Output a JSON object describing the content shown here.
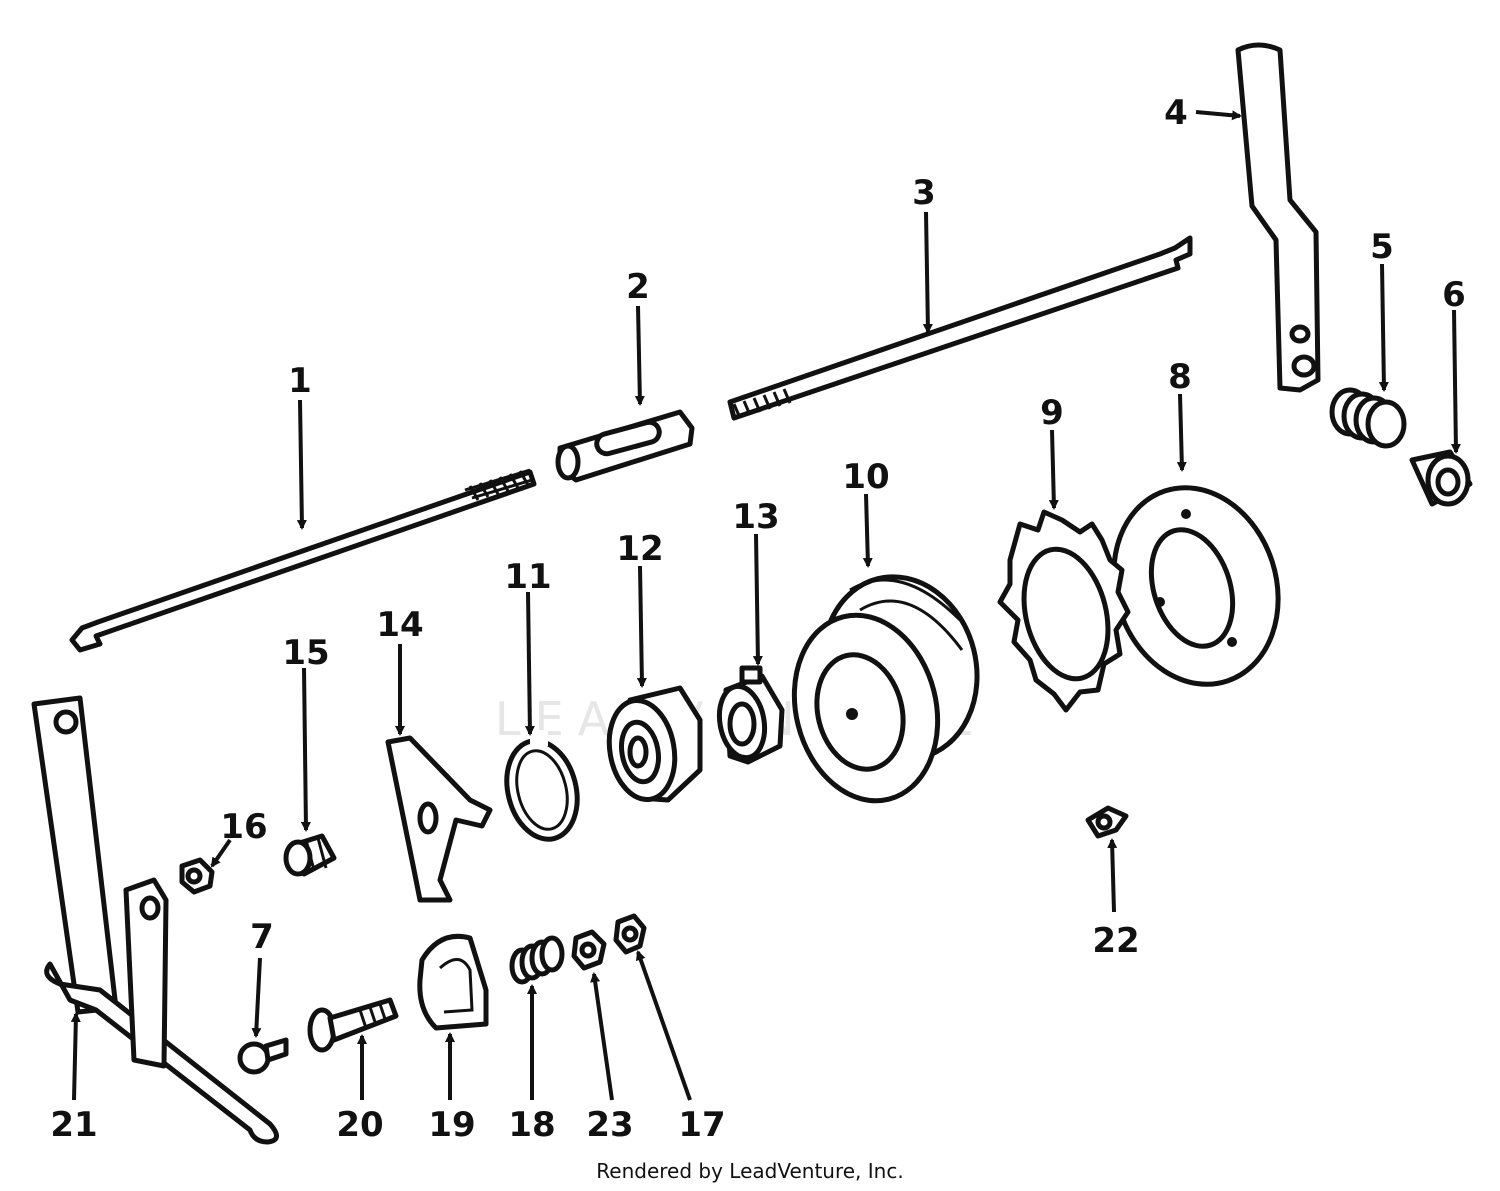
{
  "watermark": "LEADVENTURE",
  "credit": "Rendered by LeadVenture, Inc.",
  "callouts": [
    {
      "id": "1",
      "text": "1"
    },
    {
      "id": "2",
      "text": "2"
    },
    {
      "id": "3",
      "text": "3"
    },
    {
      "id": "4",
      "text": "4"
    },
    {
      "id": "5",
      "text": "5"
    },
    {
      "id": "6",
      "text": "6"
    },
    {
      "id": "7",
      "text": "7"
    },
    {
      "id": "8",
      "text": "8"
    },
    {
      "id": "9",
      "text": "9"
    },
    {
      "id": "10",
      "text": "10"
    },
    {
      "id": "11",
      "text": "11"
    },
    {
      "id": "12",
      "text": "12"
    },
    {
      "id": "13",
      "text": "13"
    },
    {
      "id": "14",
      "text": "14"
    },
    {
      "id": "15",
      "text": "15"
    },
    {
      "id": "16",
      "text": "16"
    },
    {
      "id": "17",
      "text": "17"
    },
    {
      "id": "18",
      "text": "18"
    },
    {
      "id": "19",
      "text": "19"
    },
    {
      "id": "20",
      "text": "20"
    },
    {
      "id": "21",
      "text": "21"
    },
    {
      "id": "22",
      "text": "22"
    },
    {
      "id": "23",
      "text": "23"
    }
  ]
}
